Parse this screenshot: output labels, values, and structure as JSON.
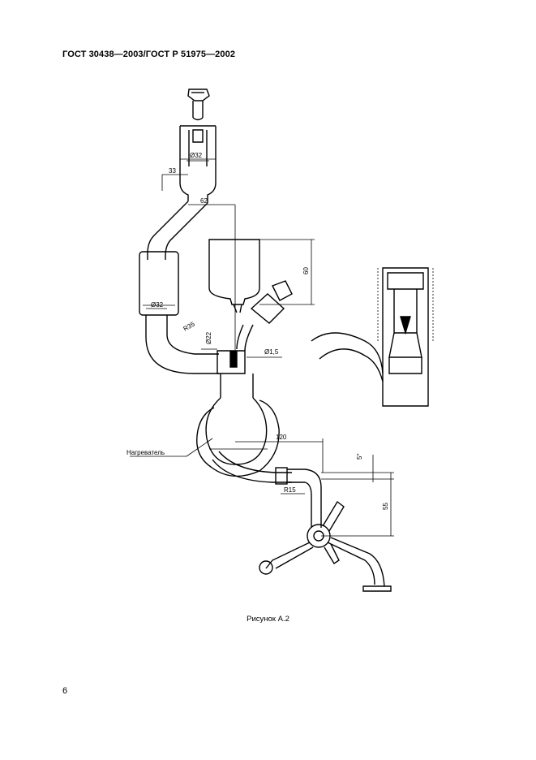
{
  "header": {
    "standard": "ГОСТ 30438—2003/ГОСТ Р 51975—2002"
  },
  "figure": {
    "caption": "Рисунок А.2",
    "dimensions": {
      "d32_top": "Ø32",
      "d33": "33",
      "d62": "62",
      "d60": "60",
      "d32_body": "Ø32",
      "r35": "R35",
      "d22": "Ø22",
      "d15": "Ø1,5",
      "d120": "120",
      "angle5": "5°",
      "d55": "55",
      "r15": "R15"
    },
    "labels": {
      "heater": "Нагреватель"
    }
  },
  "page": {
    "number": "6"
  }
}
